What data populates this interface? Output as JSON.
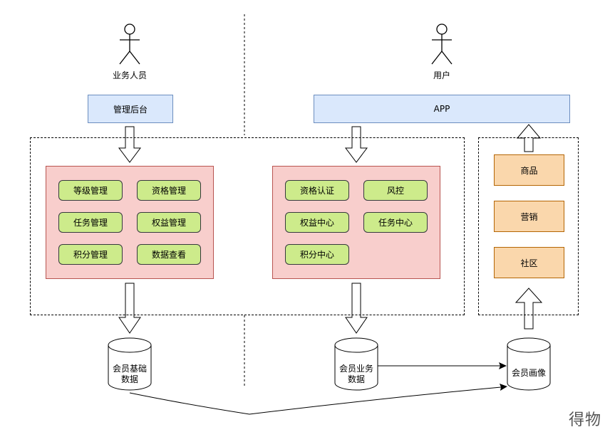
{
  "actors": {
    "business": "业务人员",
    "user": "用户"
  },
  "top_boxes": {
    "admin": "管理后台",
    "app": "APP"
  },
  "admin_modules": [
    "等级管理",
    "资格管理",
    "任务管理",
    "权益管理",
    "积分管理",
    "数据查看"
  ],
  "user_modules": [
    "资格认证",
    "风控",
    "权益中心",
    "任务中心",
    "积分中心"
  ],
  "right_modules": [
    "商品",
    "营销",
    "社区"
  ],
  "databases": {
    "basic": [
      "会员基础",
      "数据"
    ],
    "business": [
      "会员业务",
      "数据"
    ],
    "portrait": "会员画像"
  },
  "watermark": "得物"
}
